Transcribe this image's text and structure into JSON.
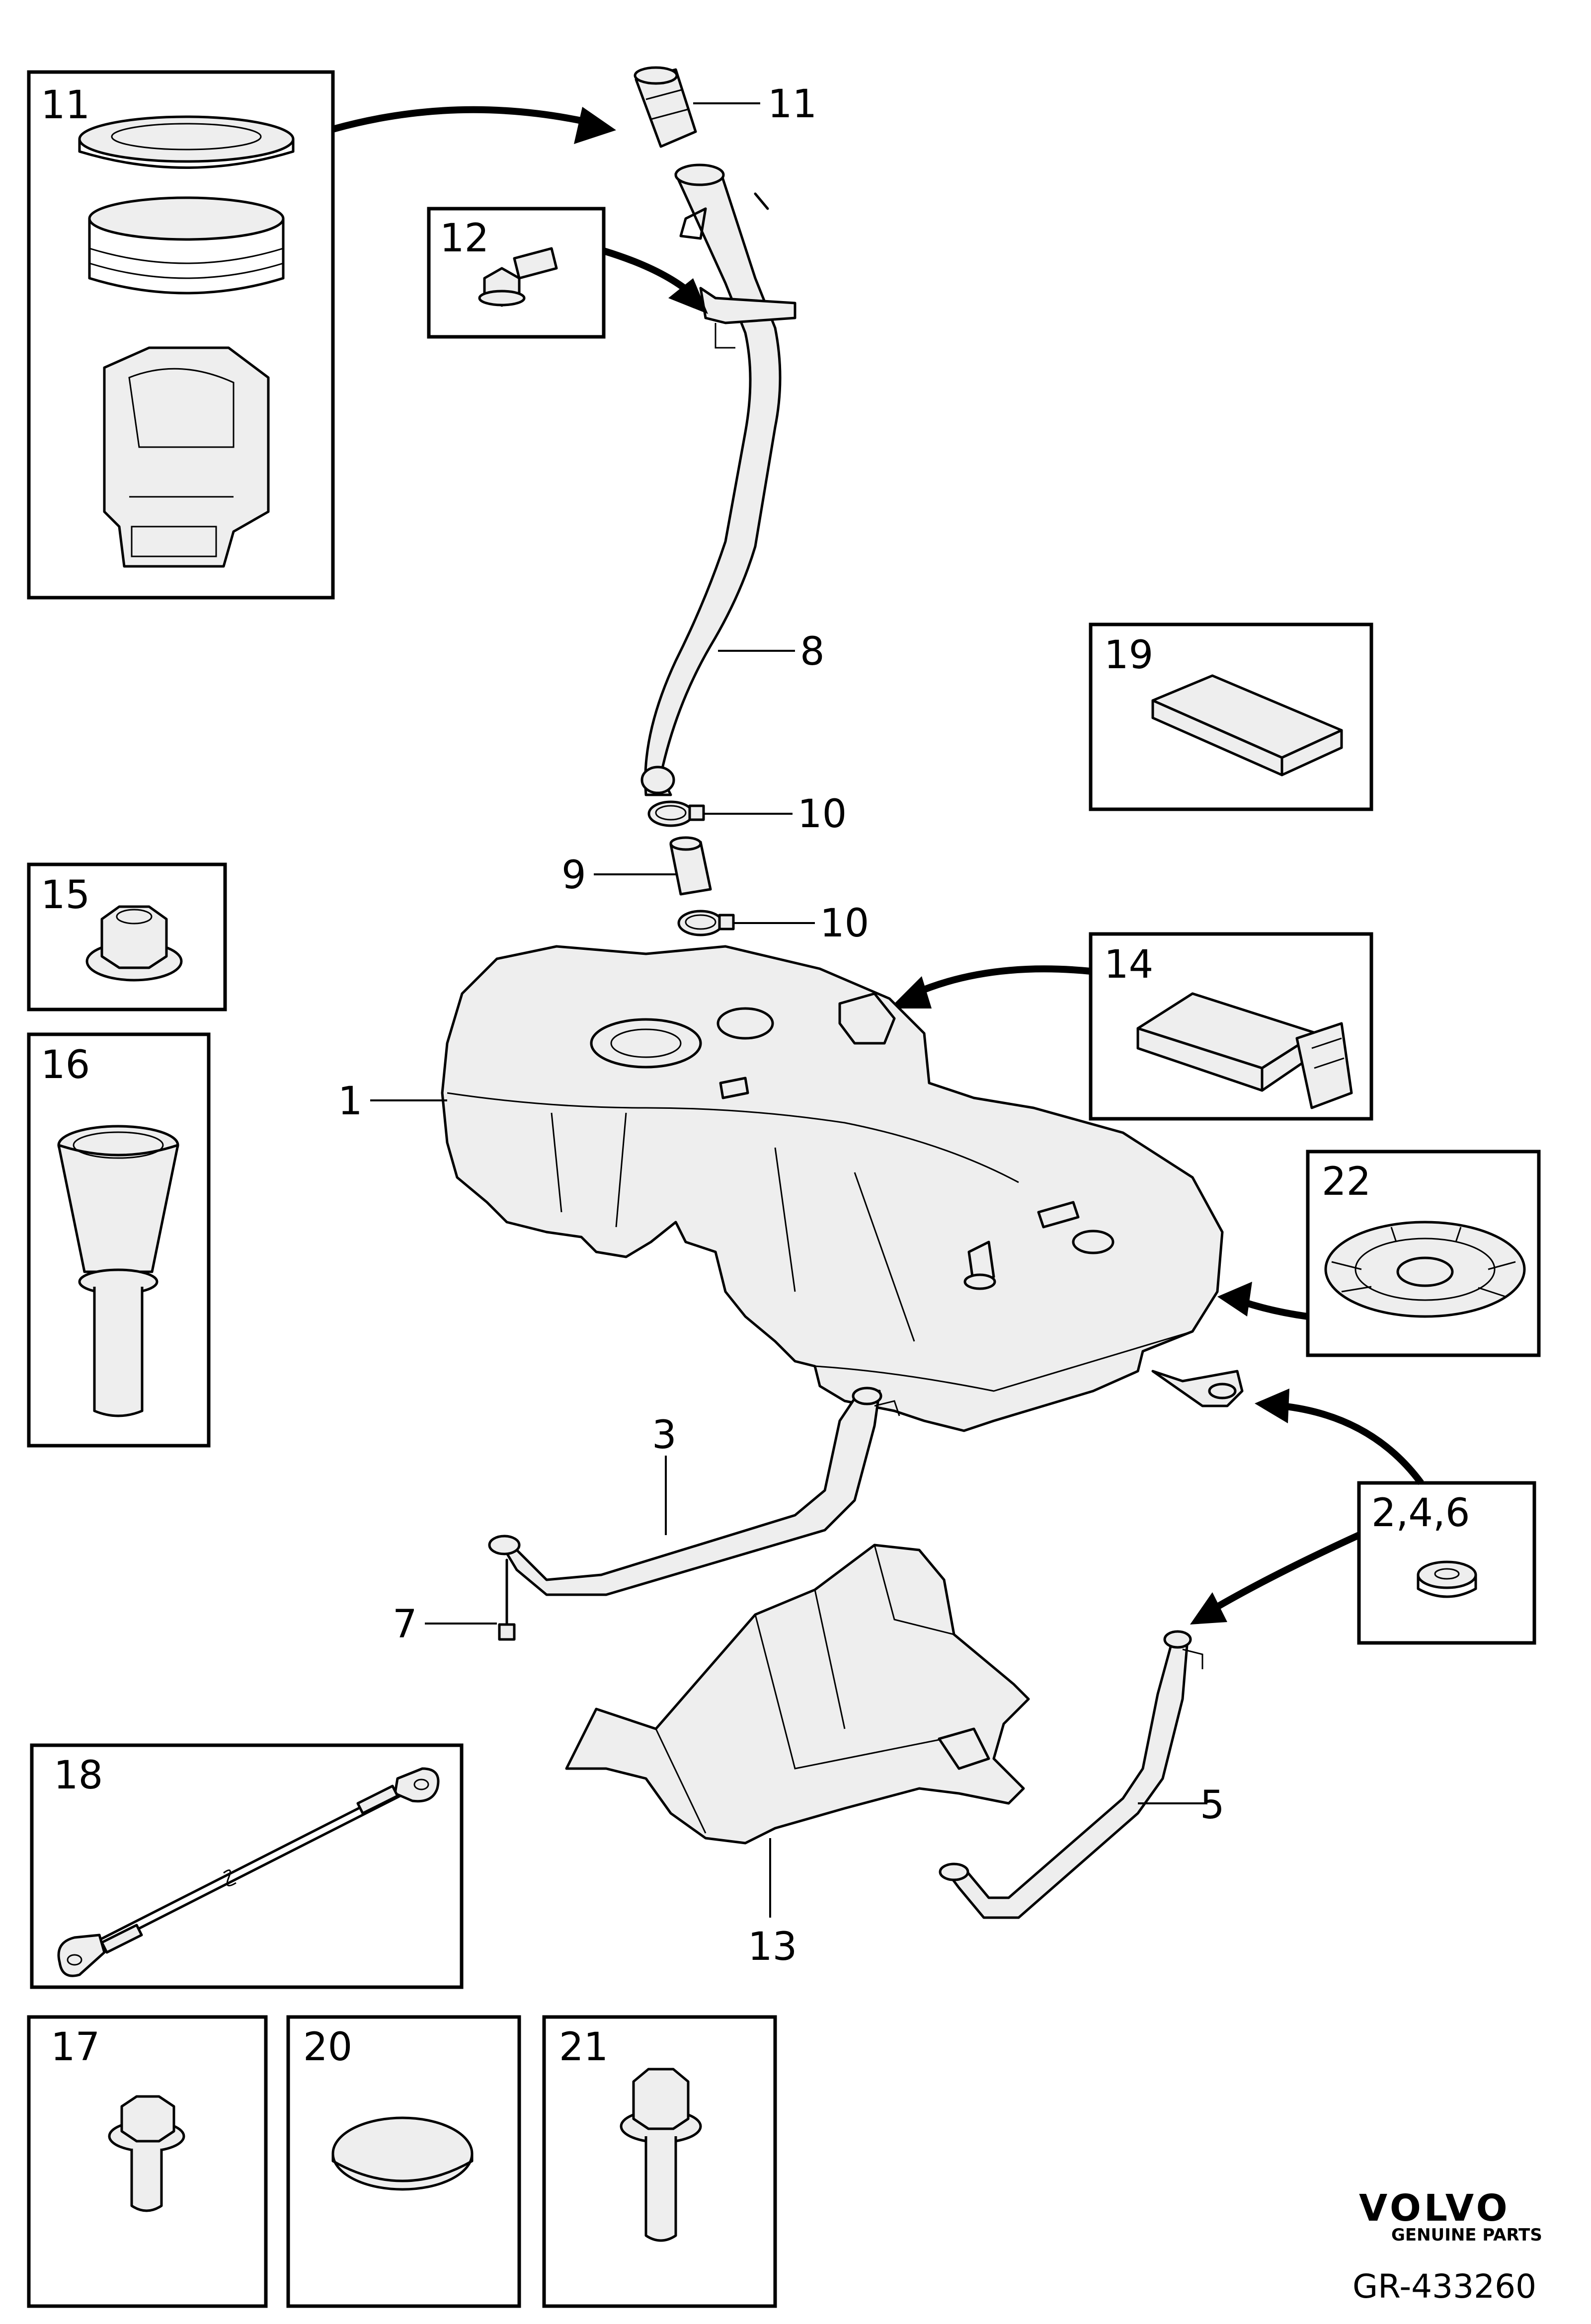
{
  "callouts": {
    "c1": "1",
    "c3": "3",
    "c5": "5",
    "c7": "7",
    "c8": "8",
    "c9": "9",
    "c10a": "10",
    "c10b": "10",
    "c11": "11",
    "c13": "13"
  },
  "boxes": {
    "b11": "11",
    "b12": "12",
    "b14": "14",
    "b15": "15",
    "b16": "16",
    "b17": "17",
    "b18": "18",
    "b19": "19",
    "b20": "20",
    "b21": "21",
    "b22": "22",
    "b246": "2,4,6"
  },
  "brand": {
    "logo": "VOLVO",
    "tagline": "GENUINE PARTS",
    "reference": "GR-433260"
  }
}
